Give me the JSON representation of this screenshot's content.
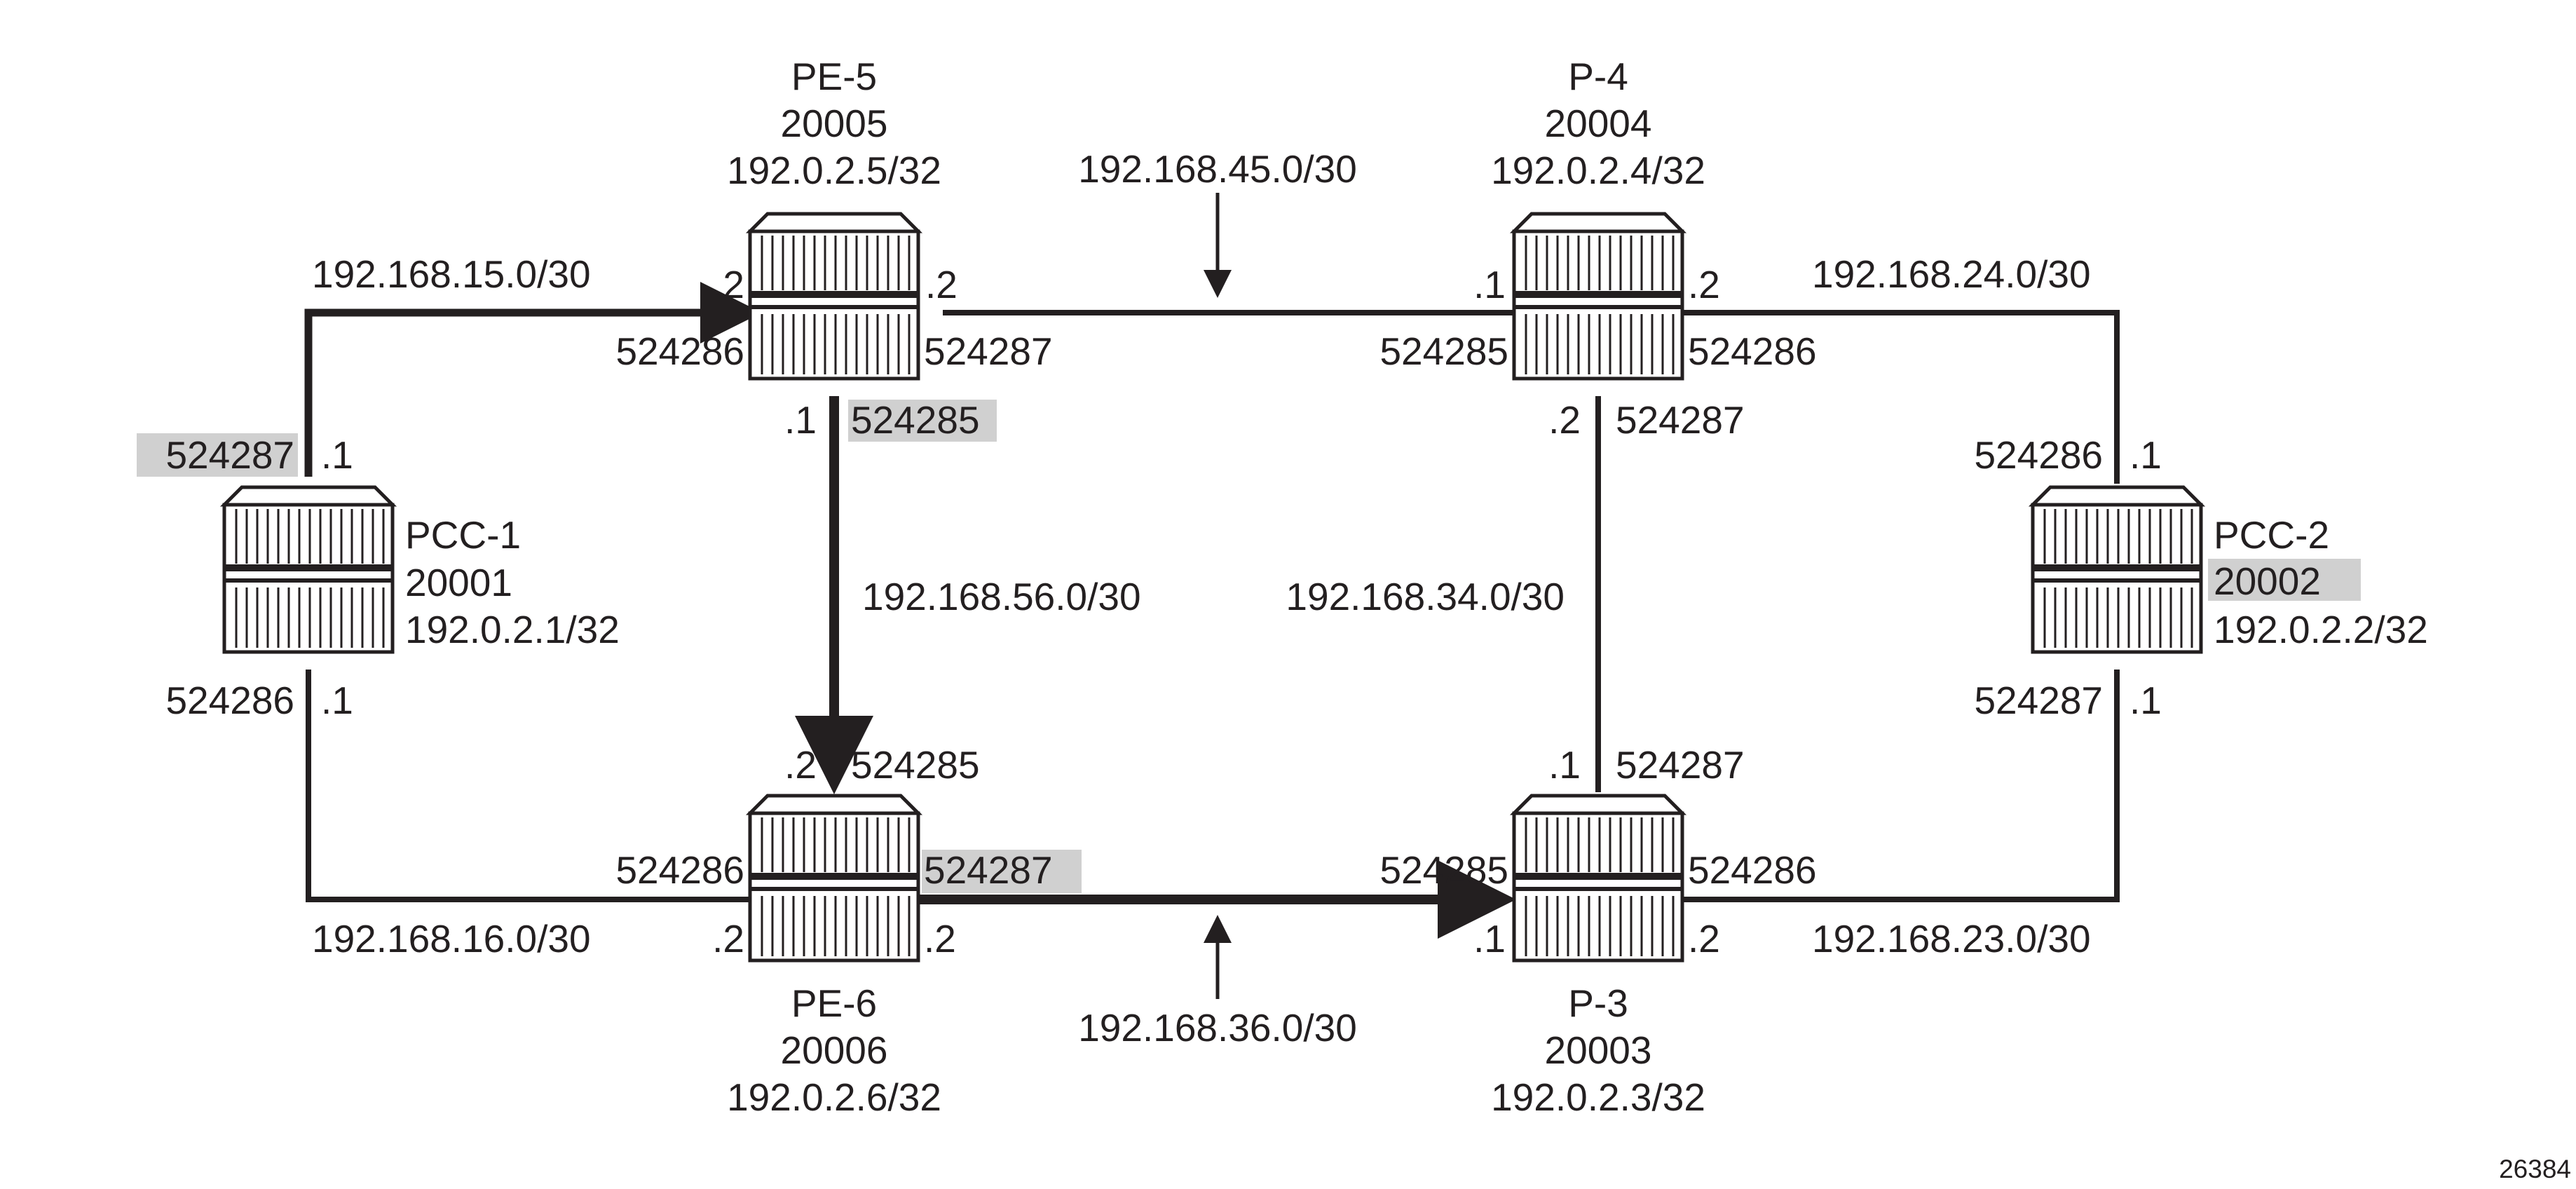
{
  "figure_id": "26384",
  "nodes": {
    "pe5": {
      "name": "PE-5",
      "sid": "20005",
      "address": "192.0.2.5/32"
    },
    "p4": {
      "name": "P-4",
      "sid": "20004",
      "address": "192.0.2.4/32"
    },
    "pcc1": {
      "name": "PCC-1",
      "sid": "20001",
      "address": "192.0.2.1/32"
    },
    "pcc2": {
      "name": "PCC-2",
      "sid": "20002",
      "address": "192.0.2.2/32"
    },
    "pe6": {
      "name": "PE-6",
      "sid": "20006",
      "address": "192.0.2.6/32"
    },
    "p3": {
      "name": "P-3",
      "sid": "20003",
      "address": "192.0.2.3/32"
    }
  },
  "links": {
    "l15": "192.168.15.0/30",
    "l45": "192.168.45.0/30",
    "l24": "192.168.24.0/30",
    "l56": "192.168.56.0/30",
    "l34": "192.168.34.0/30",
    "l16": "192.168.16.0/30",
    "l36": "192.168.36.0/30",
    "l23": "192.168.23.0/30"
  },
  "interfaces": {
    "pe5_left_ip": ".2",
    "pe5_right_ip": ".2",
    "pe5_left_label": "524286",
    "pe5_right_label": "524287",
    "pe5_down_ip": ".1",
    "pe5_down_label": "524285",
    "p4_left_ip": ".1",
    "p4_right_ip": ".2",
    "p4_left_label": "524285",
    "p4_right_label": "524286",
    "p4_down_ip": ".2",
    "p4_down_label": "524287",
    "pcc1_up_label": "524287",
    "pcc1_up_ip": ".1",
    "pcc1_down_label": "524286",
    "pcc1_down_ip": ".1",
    "pcc2_up_label": "524286",
    "pcc2_up_ip": ".1",
    "pcc2_down_label": "524287",
    "pcc2_down_ip": ".1",
    "pe6_up_ip": ".2",
    "pe6_up_label": "524285",
    "pe6_left_label": "524286",
    "pe6_right_label": "524287",
    "pe6_left_ip": ".2",
    "pe6_right_ip": ".2",
    "p3_up_ip": ".1",
    "p3_up_label": "524287",
    "p3_left_label": "524285",
    "p3_right_label": "524286",
    "p3_left_ip": ".1",
    "p3_right_ip": ".2"
  },
  "highlighted_labels": [
    "pcc1_up_label",
    "pe5_down_label",
    "pe6_right_label",
    "pcc2_sid"
  ],
  "colors": {
    "line": "#231f20",
    "highlight": "#d0d0d0",
    "router_fill": "#ffffff"
  }
}
